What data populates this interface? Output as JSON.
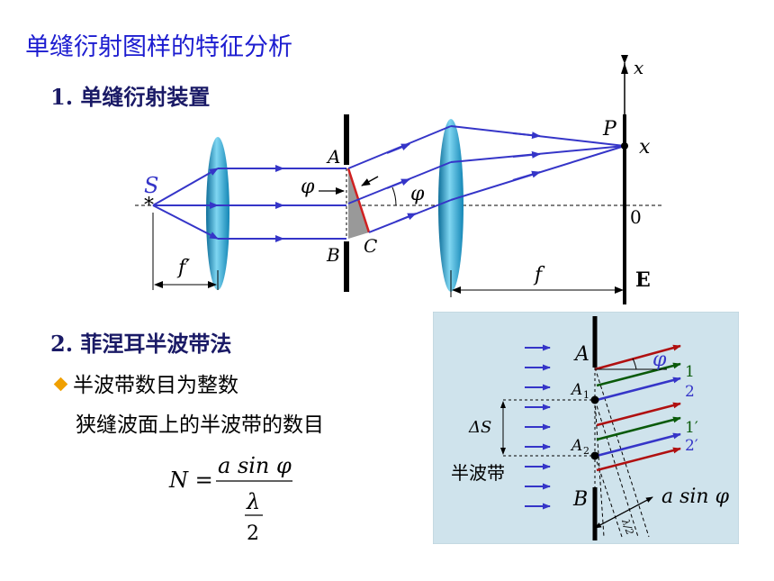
{
  "title": "单缝衍射图样的特征分析",
  "section1": {
    "heading": "1. 单缝衍射装置",
    "labels": {
      "source": "S",
      "focal_left": "f′",
      "focal_right": "f",
      "point_a": "A",
      "point_b": "B",
      "point_c": "C",
      "angle_slit": "φ",
      "angle_ray": "φ",
      "point_p": "P",
      "axis_x_top": "x",
      "axis_x_side": "x",
      "origin": "0",
      "screen": "E"
    }
  },
  "section2": {
    "heading": "2. 菲涅耳半波带法",
    "bullet": "半波带数目为整数",
    "description": "狭缝波面上的半波带的数目",
    "formula": {
      "lhs": "N =",
      "numerator": "a sin φ",
      "denominator_symbol": "λ",
      "denominator_value": "2"
    }
  },
  "inset": {
    "point_a": "A",
    "point_a1": "A",
    "sub_a1": "1",
    "point_a2": "A",
    "sub_a2": "2",
    "point_b": "B",
    "angle": "φ",
    "ray_1": "1",
    "ray_2": "2",
    "ray_1p": "1′",
    "ray_2p": "2′",
    "delta_s": "ΔS",
    "half_wave_zone": "半波带",
    "path_diff": "a sin φ",
    "half_lambda": "λ/2"
  },
  "colors": {
    "title": "#1c1cd0",
    "ray_blue": "#3535c8",
    "ray_red": "#b01010",
    "ray_green": "#0a5a0a",
    "lens": "#2fa7d6",
    "inset_bg": "#cfe3ec",
    "bullet": "#f0a000"
  }
}
